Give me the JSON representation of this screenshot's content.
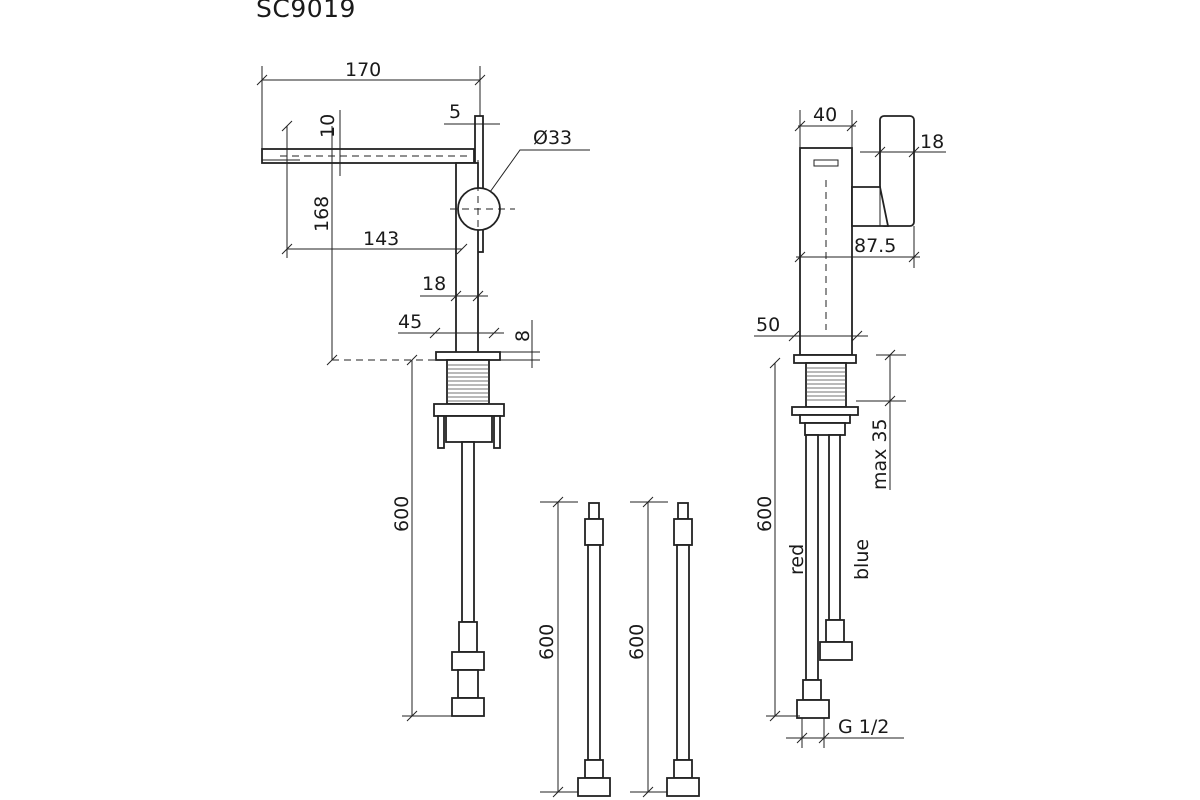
{
  "model": "SC9019",
  "side_view": {
    "dims": {
      "overall_length": "170",
      "spout_thickness": "10",
      "lever_width": "5",
      "handle_diameter": "Ø33",
      "height": "168",
      "reach": "143",
      "body_width": "18",
      "base_width": "45",
      "base_thickness": "8",
      "hose_length": "600"
    }
  },
  "hoses": {
    "left_length": "600",
    "right_length": "600"
  },
  "front_view": {
    "dims": {
      "body_width": "40",
      "lever_width": "18",
      "lever_depth": "87.5",
      "base_width": "50",
      "max_countertop": "max 35",
      "hose_length": "600",
      "thread": "G 1/2"
    },
    "labels": {
      "red": "red",
      "blue": "blue"
    }
  }
}
